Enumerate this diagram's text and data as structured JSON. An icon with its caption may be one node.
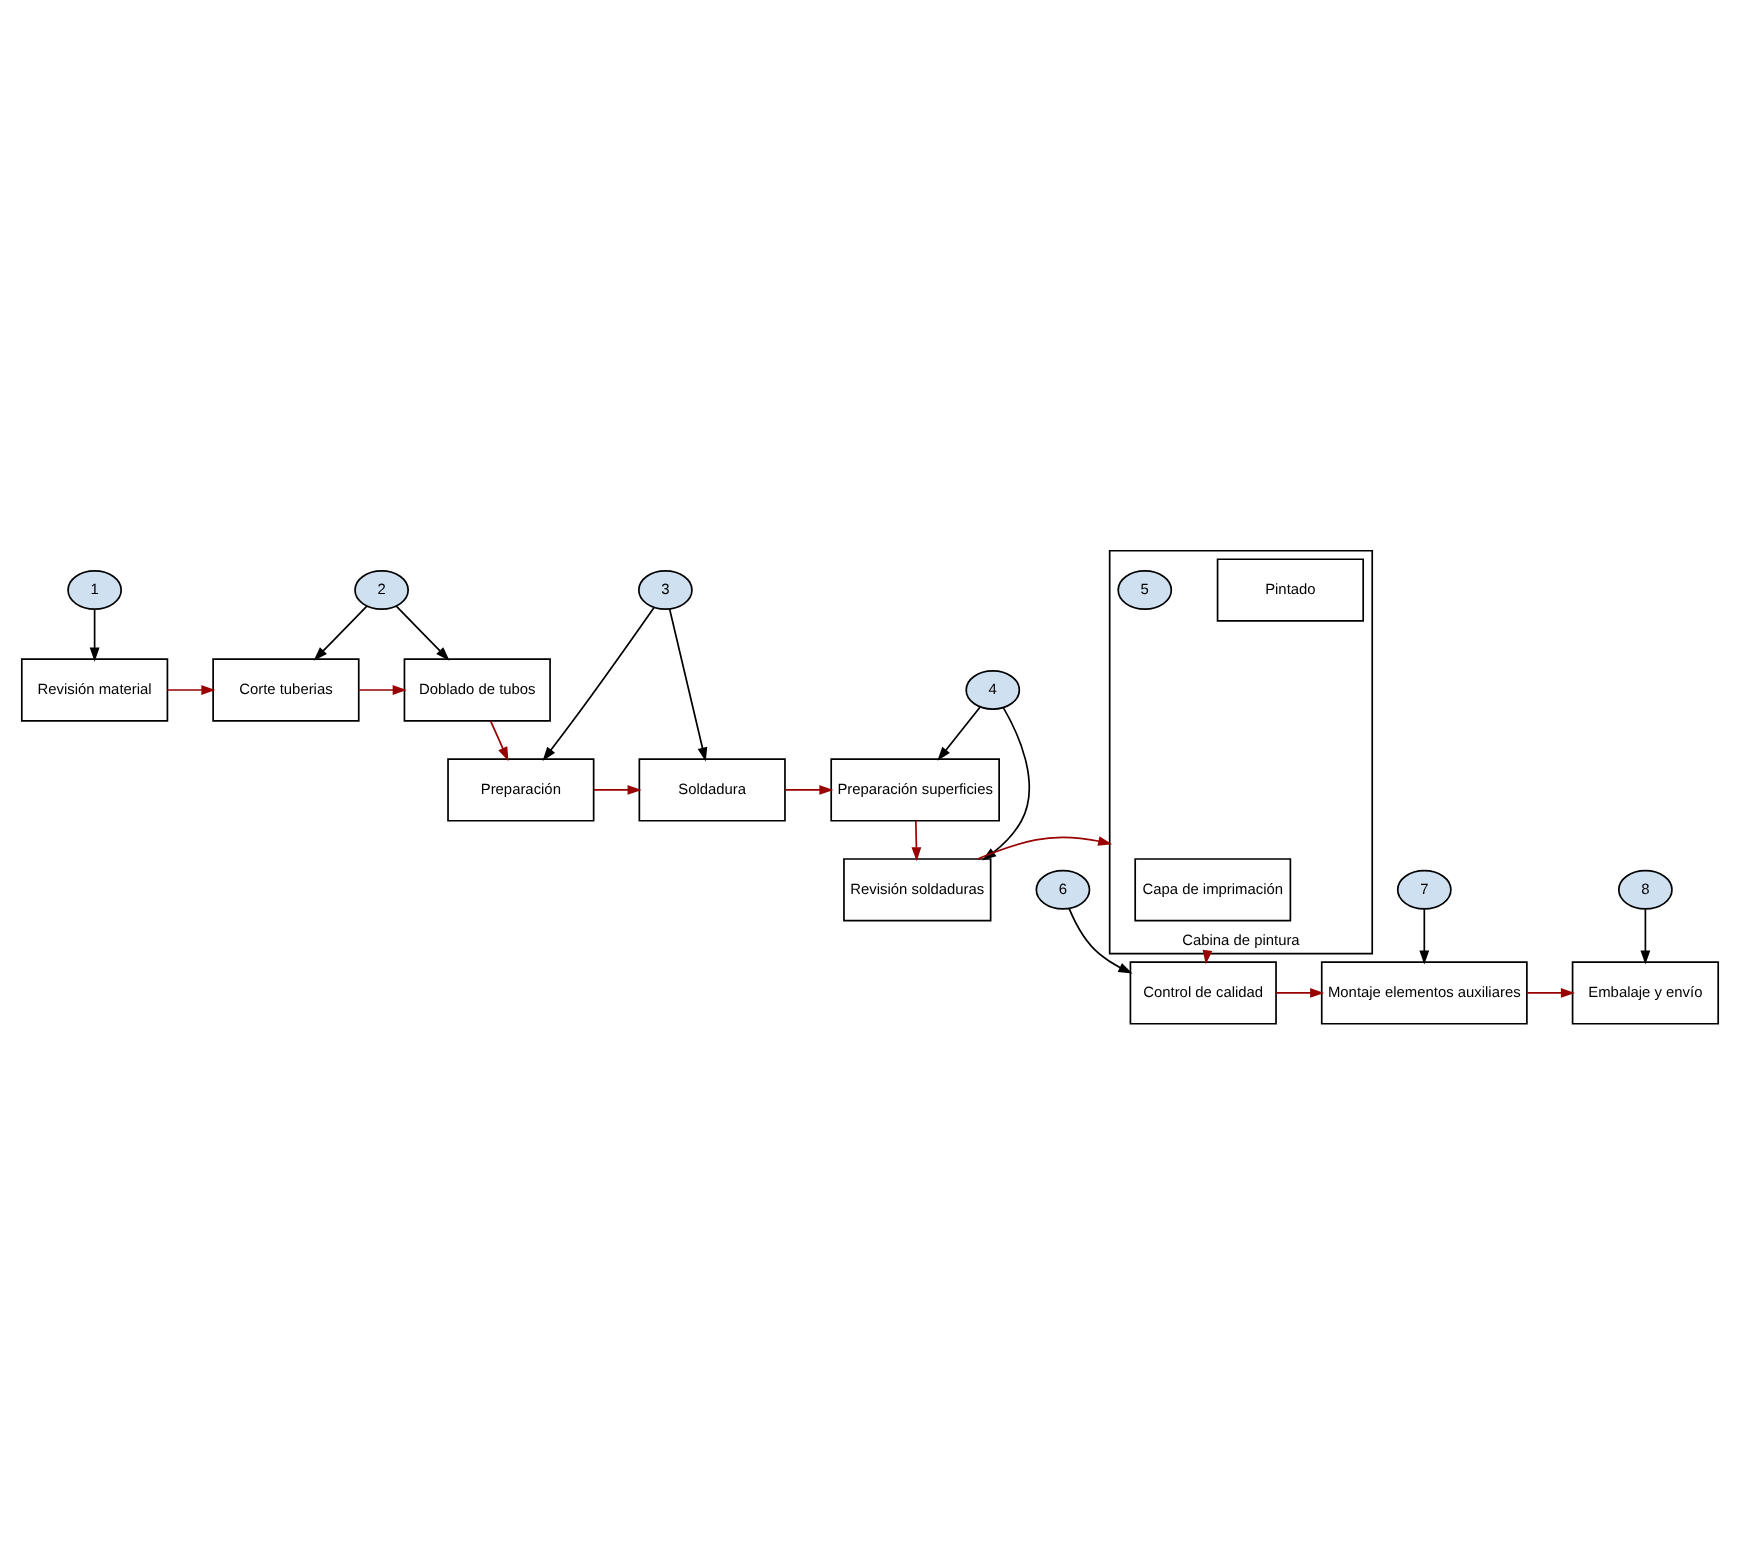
{
  "diagram": {
    "nodes": [
      {
        "text": [
          "Revisión material"
        ]
      },
      {
        "text": [
          "Corte tuberias"
        ]
      },
      {
        "text": [
          "Doblado de tubos"
        ]
      },
      {
        "text": [
          "1"
        ]
      },
      {
        "text": [
          "2"
        ]
      },
      {
        "text": [
          "3"
        ]
      },
      {
        "text": [
          "Preparación superficies"
        ]
      },
      {
        "text": [
          "Soldadura"
        ]
      },
      {
        "text": [
          "Preparación"
        ]
      },
      {
        "text": [
          "4"
        ]
      },
      {
        "text": [
          "Revisión soldaduras"
        ]
      },
      {
        "text": [
          "Cabina de pintura"
        ]
      },
      {
        "text": [
          "Capa de imprimación"
        ],
        "in": 11
      },
      {
        "text": [
          "Pintado"
        ],
        "in": 11
      },
      {
        "text": [
          "5"
        ],
        "in": 11
      },
      {
        "text": [
          "8"
        ]
      },
      {
        "text": [
          "7"
        ]
      },
      {
        "text": [
          "6"
        ]
      },
      {
        "text": [
          "Embalaje y envío"
        ]
      },
      {
        "text": [
          "Montaje elementos auxiliares"
        ]
      },
      {
        "text": [
          "Control de calidad"
        ]
      }
    ],
    "edges": [
      {
        "from": 0,
        "to": 1,
        "arrow": "to",
        "color": "#990000"
      },
      {
        "from": 1,
        "to": 2,
        "arrow": "to",
        "color": "#990000"
      },
      {
        "from": 3,
        "to": 0,
        "arrow": "to",
        "color": "#000000"
      },
      {
        "from": 4,
        "to": 1,
        "arrow": "to",
        "color": "#000000"
      },
      {
        "from": 4,
        "to": 2,
        "arrow": "to",
        "color": "#000000"
      },
      {
        "from": 2,
        "to": 8,
        "arrow": "to",
        "color": "#990000"
      },
      {
        "from": 5,
        "to": 7,
        "arrow": "to",
        "color": "#000000"
      },
      {
        "from": 5,
        "to": 8,
        "arrow": "to",
        "color": "#000000"
      },
      {
        "from": 8,
        "to": 7,
        "arrow": "to",
        "color": "#990000"
      },
      {
        "from": 7,
        "to": 6,
        "arrow": "to",
        "color": "#990000"
      },
      {
        "from": 9,
        "to": 6,
        "arrow": "to",
        "color": "#000000"
      },
      {
        "from": 9,
        "to": 10,
        "arrow": "to",
        "color": "#000000"
      },
      {
        "from": 6,
        "to": 10,
        "arrow": "to",
        "color": "#990000"
      },
      {
        "from": 10,
        "to": 11,
        "arrow": "to",
        "color": "#990000"
      },
      {
        "from": 11,
        "to": 20,
        "arrow": "to",
        "color": "#990000"
      },
      {
        "from": 17,
        "to": 20,
        "arrow": "to",
        "color": "#000000"
      },
      {
        "from": 16,
        "to": 19,
        "arrow": "to",
        "color": "#000000"
      },
      {
        "from": 15,
        "to": 18,
        "arrow": "to",
        "color": "#000000"
      },
      {
        "from": 20,
        "to": 19,
        "arrow": "to",
        "color": "#990000"
      },
      {
        "from": 19,
        "to": 18,
        "arrow": "to",
        "color": "#990000"
      }
    ]
  }
}
